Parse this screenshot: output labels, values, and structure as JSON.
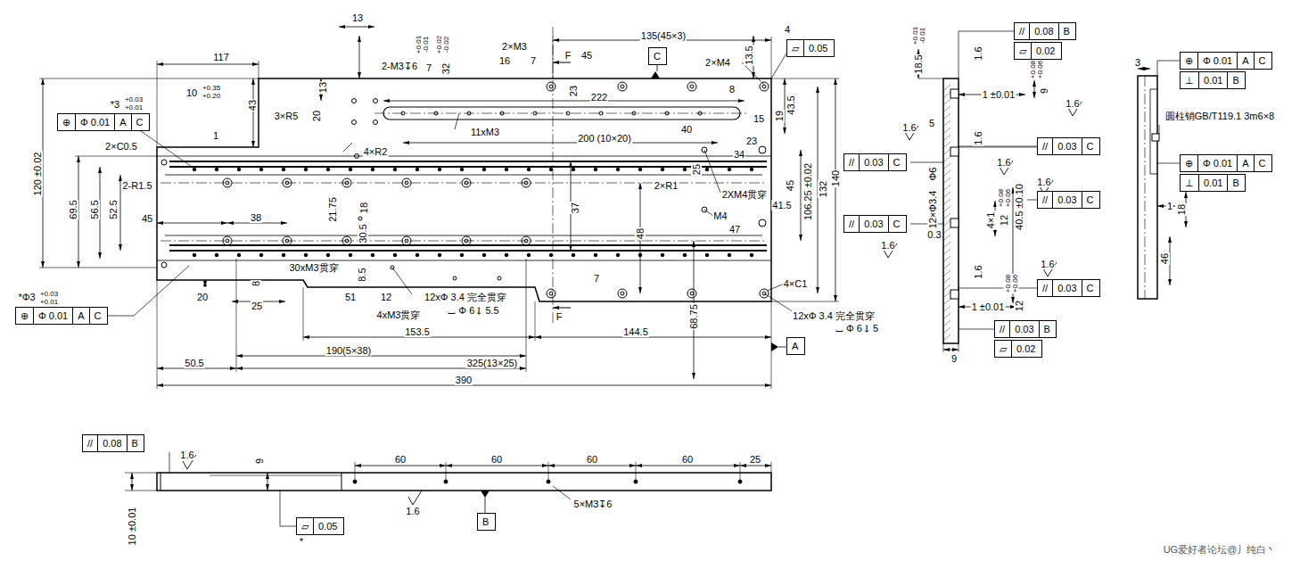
{
  "diagram": {
    "nodes": [
      {
        "text": [
          "▱",
          "0.05"
        ]
      },
      {
        "text": [
          "C"
        ]
      },
      {
        "text": [
          "//",
          "0.08",
          "B"
        ]
      },
      {
        "text": [
          "▱",
          "0.02"
        ]
      },
      {
        "text": [
          "⊕",
          "Φ 0.01",
          "A",
          "C"
        ]
      },
      {
        "text": [
          "⊥",
          "0.01",
          "B"
        ]
      },
      {
        "text": [
          "⊕",
          "Φ 0.01",
          "A",
          "C"
        ]
      },
      {
        "text": [
          "//",
          "0.03",
          "C"
        ]
      },
      {
        "text": [
          "//",
          "0.03",
          "C"
        ]
      },
      {
        "text": [
          "⊕",
          "Φ 0.01",
          "A",
          "C"
        ]
      },
      {
        "text": [
          "⊥",
          "0.01",
          "B"
        ]
      },
      {
        "text": [
          "//",
          "0.03",
          "C"
        ]
      },
      {
        "text": [
          "//",
          "0.03",
          "C"
        ]
      },
      {
        "text": [
          "//",
          "0.03",
          "C"
        ]
      },
      {
        "text": [
          "⊕",
          "Φ 0.01",
          "A",
          "C"
        ]
      },
      {
        "text": [
          "//",
          "0.03",
          "B"
        ]
      },
      {
        "text": [
          "▱",
          "0.02"
        ]
      },
      {
        "text": [
          "A"
        ]
      },
      {
        "text": [
          "//",
          "0.08",
          "B"
        ]
      },
      {
        "text": [
          "B"
        ]
      },
      {
        "text": [
          "▱",
          "0.05"
        ]
      }
    ],
    "labels": [
      "13",
      "117",
      "*3",
      "+0.03",
      "+0.01",
      "10",
      "+0.35",
      "+0.20",
      "43",
      "13",
      "20",
      "3×R5",
      "2-M3↧6",
      "+0.01",
      "-0.01",
      "+0.02",
      "-0.02",
      "7",
      "32",
      "2×M3",
      "16",
      "7",
      "F",
      "45",
      "135(45×3)",
      "4",
      "2×M4",
      "13.5",
      "23",
      "222",
      "8",
      "43.5",
      "19",
      "15",
      "11xM3",
      "200 (10×20)",
      "40",
      "23",
      "34",
      "4×R2",
      "1",
      "2×C0.5",
      "2-R1.5",
      "120 ±0.02",
      "69.5",
      "56.5",
      "52.5",
      "45",
      "38",
      "21.75",
      "18",
      "30.5",
      "37",
      "2×R1",
      "25",
      "2XM4贯穿",
      "41.5",
      "45",
      "106.25 ±0.02",
      "132",
      "140",
      "M4",
      "47",
      "48",
      "30xM3贯穿",
      "8.5",
      "8",
      "51",
      "12",
      "12xΦ 3.4 完全贯穿",
      "⌴ Φ 6 ↧ 5.5",
      "4xM3贯穿",
      "25",
      "20",
      "7",
      "4×C1",
      "12xΦ 3.4 完全贯穿",
      "⌴ Φ 6 ↧ 5",
      "F",
      "68.75",
      "153.5",
      "144.5",
      "190(5×38)",
      "50.5",
      "325(13×25)",
      "390",
      "*Φ3",
      "+0.03",
      "+0.01",
      "+0.01",
      "-0.01",
      "18.5",
      "1.6",
      "+0.08",
      "+0.06",
      "9",
      "1 ±0.01",
      "1.6",
      "1.6",
      "5",
      "1.6",
      "1.6",
      "1.6",
      "Φ6",
      "12×Φ3.4",
      "+0.08",
      "+0.06",
      "12",
      "4×1",
      "40.5 ±0.10",
      "0.3",
      "1.6",
      "1.6",
      "1.6",
      "+0.08",
      "+0.06",
      "12",
      "1 ±0.01",
      "9",
      "3",
      "圆柱销GB/T119.1 3m6×8",
      "1",
      "18",
      "46",
      "1.6",
      "9",
      "60",
      "60",
      "60",
      "60",
      "25",
      "10 ±0.01",
      "*",
      "1.6",
      "5×M3↧6",
      "UG爱好者论坛@丿纯白丶"
    ]
  }
}
